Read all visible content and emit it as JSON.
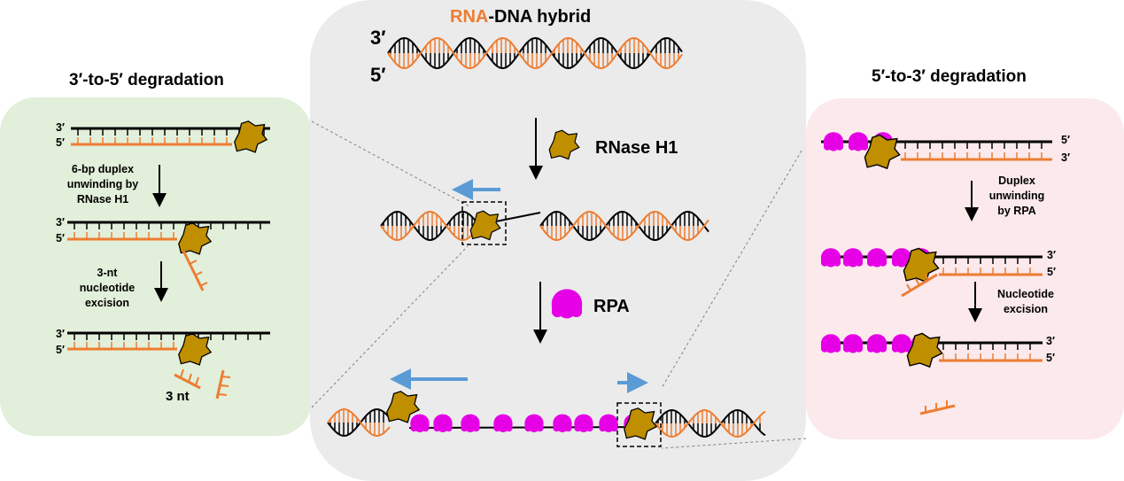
{
  "colors": {
    "rna": "#ed7d31",
    "dna": "#000000",
    "rnase_h1": "#bf8f00",
    "rpa": "#e600e6",
    "direction_arrow": "#5b9bd5",
    "panel_left_bg": "#e2efda",
    "panel_center_bg": "#ebebeb",
    "panel_right_bg": "#fbe9ec"
  },
  "center": {
    "title_rna": "RNA",
    "title_rest": "-DNA hybrid",
    "strand_top_end": "3′",
    "strand_bottom_end": "5′",
    "step1_enzyme_label": "RNase H1",
    "step2_protein_label": "RPA"
  },
  "left": {
    "title": "3′-to-5′ degradation",
    "step1_label": [
      "6-bp duplex",
      "unwinding by",
      "RNase H1"
    ],
    "step2_label": [
      "3-nt",
      "nucleotide",
      "excision"
    ],
    "product_label": "3 nt",
    "end_top": "3′",
    "end_bottom": "5′"
  },
  "right": {
    "title": "5′-to-3′ degradation",
    "step1_label": [
      "Duplex",
      "unwinding",
      "by RPA"
    ],
    "step2_label": [
      "Nucleotide",
      "excision"
    ],
    "ends_row1": [
      "5′",
      "3′"
    ],
    "ends_row2": [
      "3′",
      "5′"
    ],
    "ends_row3": [
      "3′",
      "5′"
    ]
  }
}
